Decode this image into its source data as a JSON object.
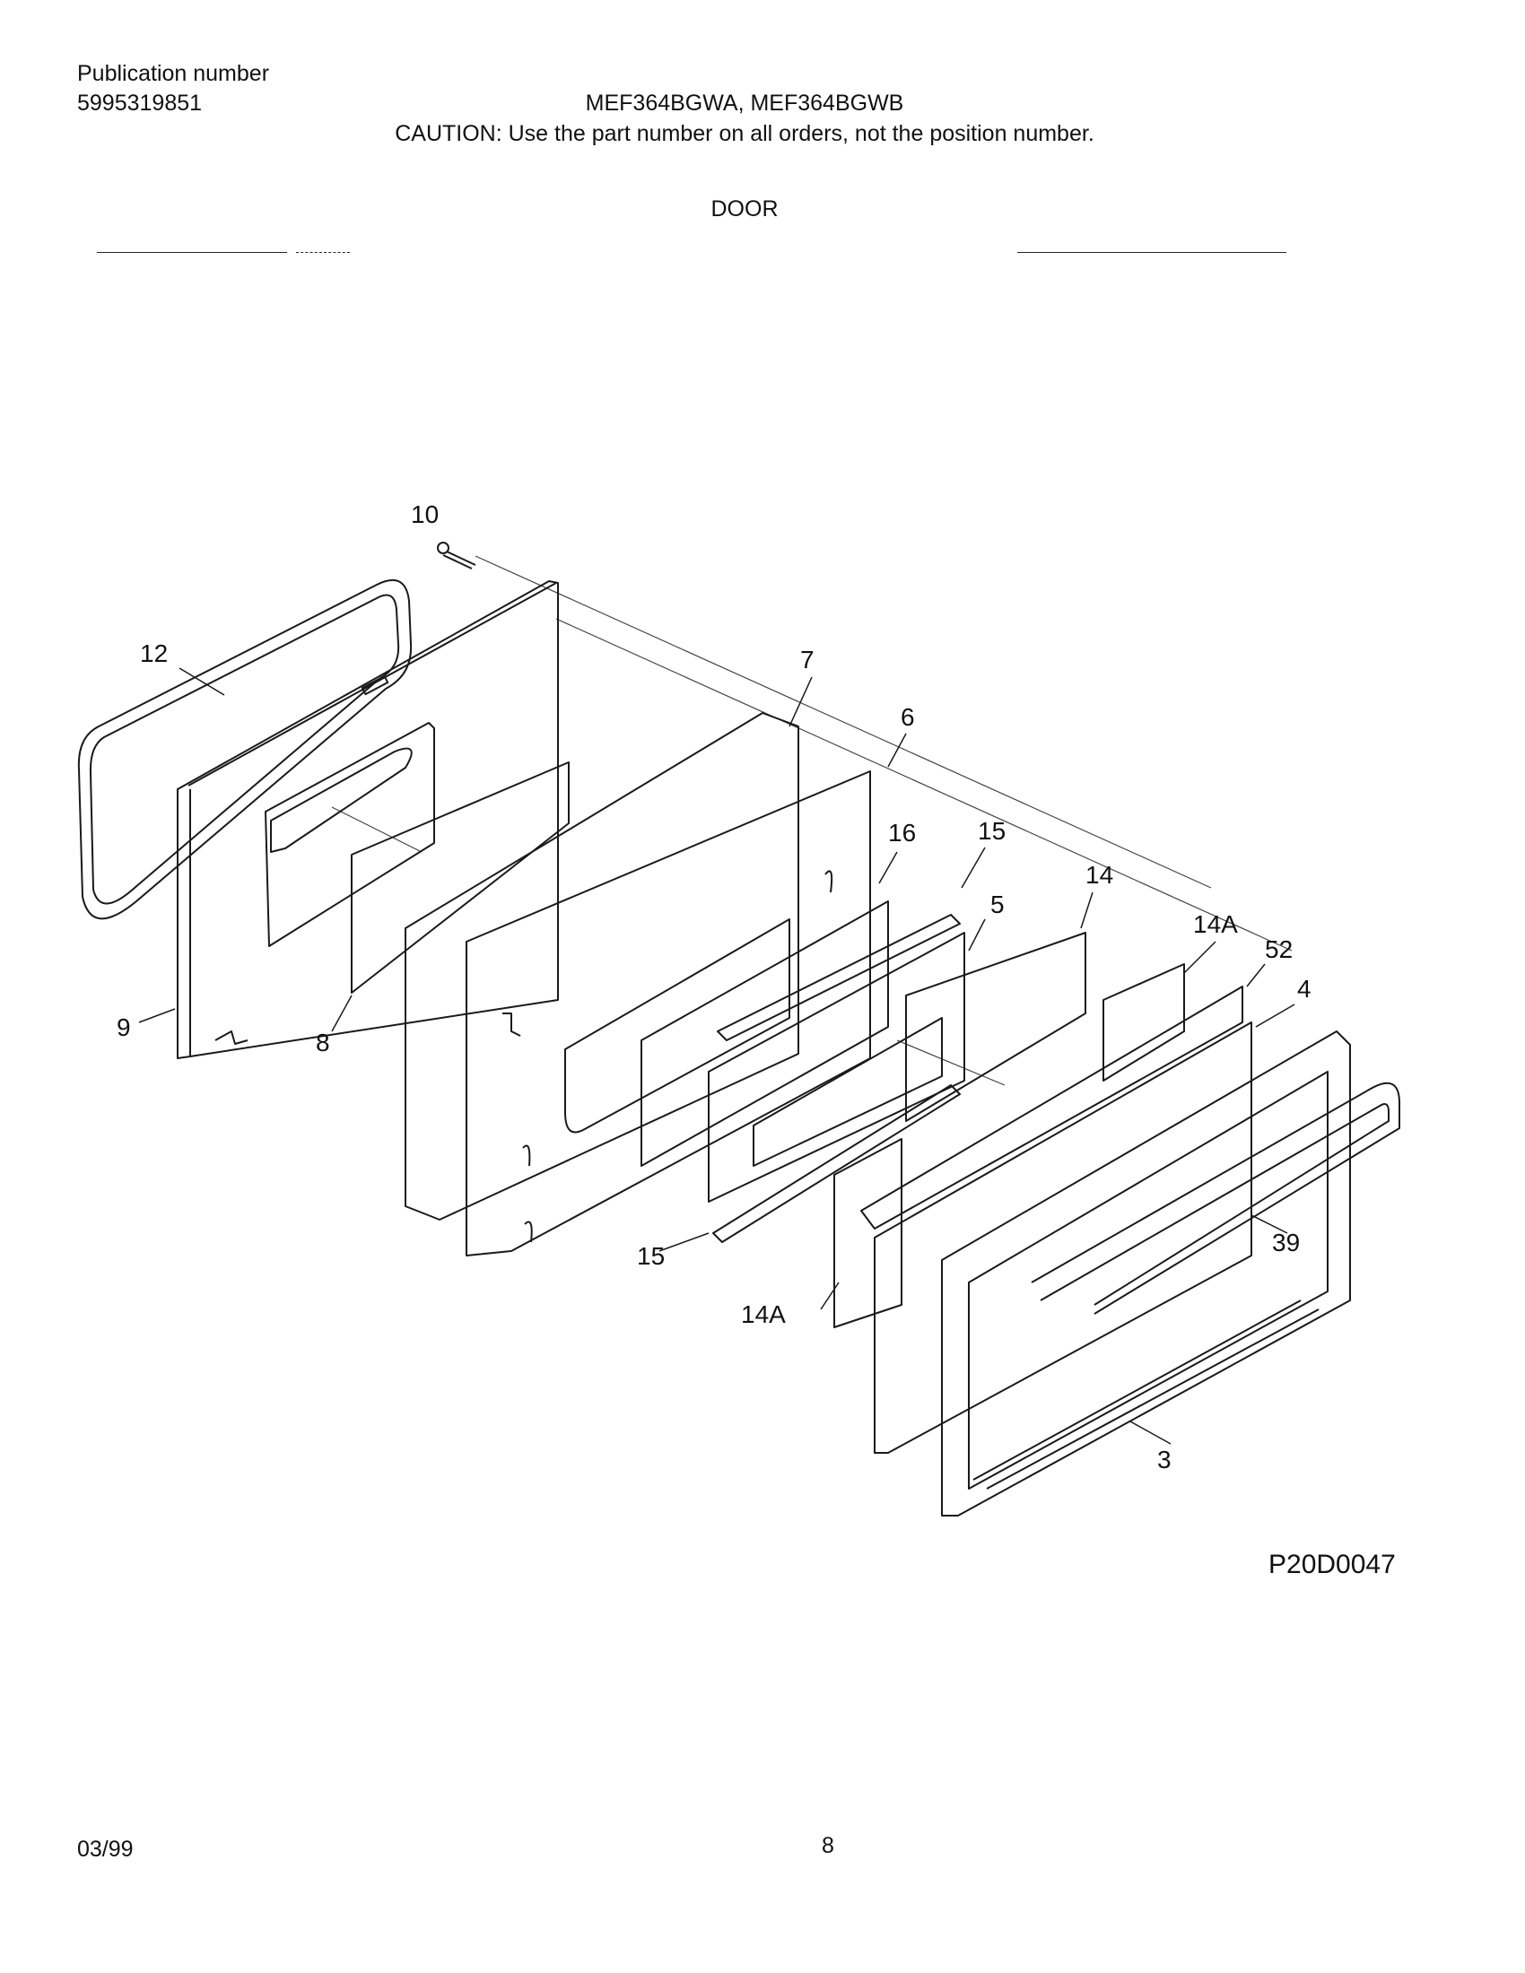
{
  "header": {
    "publication_label": "Publication number",
    "publication_number": "5995319851",
    "models": "MEF364BGWA, MEF364BGWB",
    "caution": "CAUTION:  Use the part number on all orders, not the position number.",
    "section_title": "DOOR"
  },
  "diagram": {
    "figure_id": "P20D0047",
    "callouts": [
      "10",
      "12",
      "7",
      "6",
      "16",
      "15",
      "14",
      "5",
      "14A",
      "52",
      "4",
      "9",
      "8",
      "15",
      "39",
      "14A",
      "3"
    ]
  },
  "footer": {
    "date": "03/99",
    "page": "8"
  }
}
